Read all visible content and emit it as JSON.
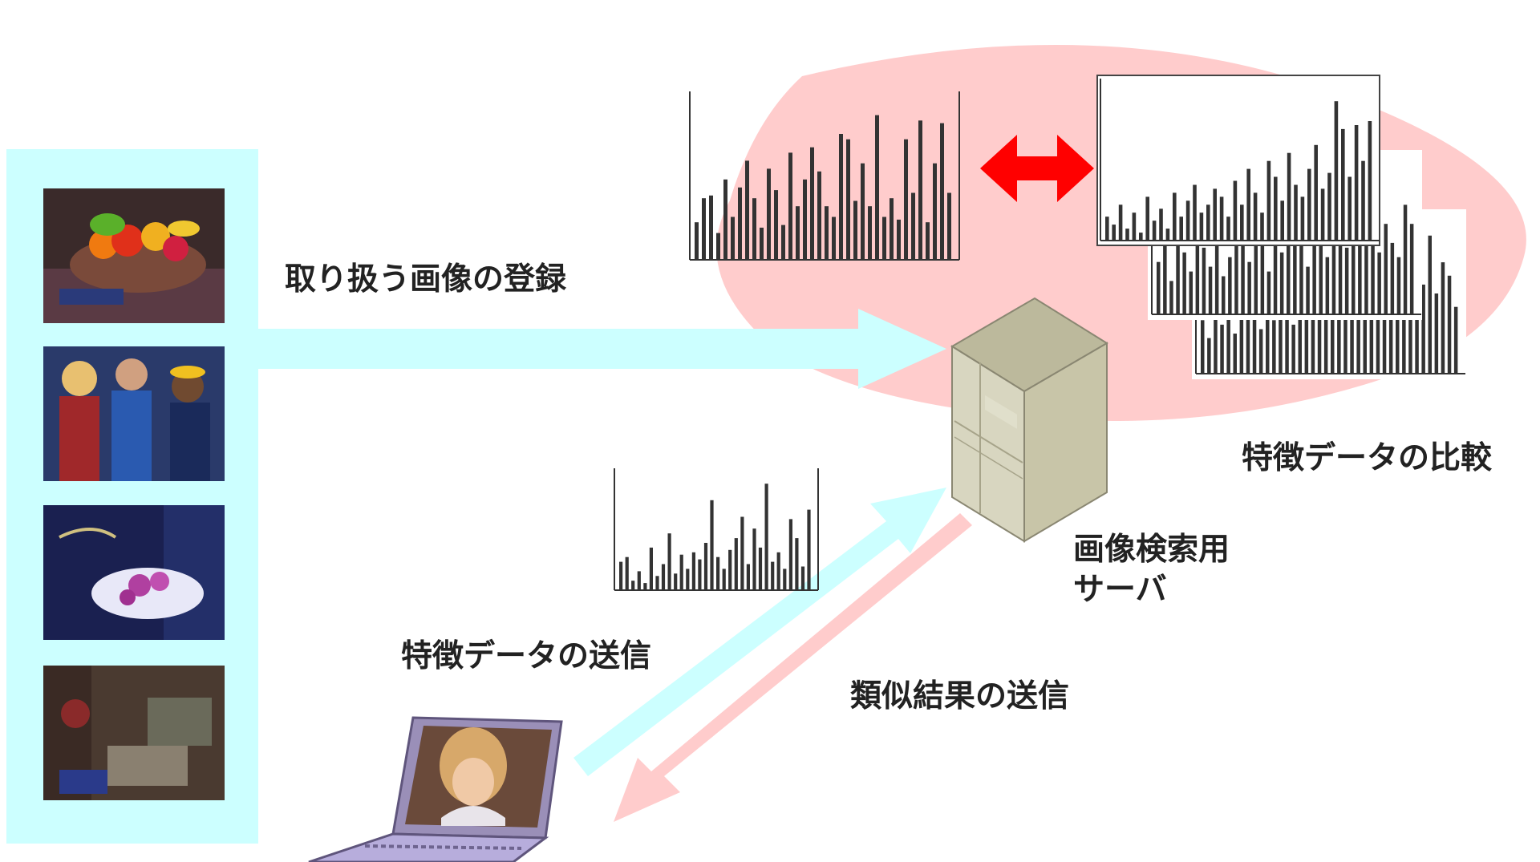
{
  "labels": {
    "register": "取り扱う画像の登録",
    "compare": "特徴データの比較",
    "server_line1": "画像検索用",
    "server_line2": "サーバ",
    "send_features": "特徴データの送信",
    "send_results": "類似結果の送信"
  },
  "colors": {
    "cyan_panel": "#ccffff",
    "cyan_arrow": "#ccffff",
    "pink_region": "#ffcccc",
    "pink_arrow": "#ffcccc",
    "red_arrow": "#ff0000",
    "server_body": "#c8c5a8",
    "text": "#222222"
  },
  "thumbnails": [
    {
      "name": "fruit-basket-photo"
    },
    {
      "name": "costumed-people-photo"
    },
    {
      "name": "orchid-bowl-photo"
    },
    {
      "name": "interior-scene-photo"
    }
  ],
  "histograms": {
    "query": [
      12,
      14,
      4,
      8,
      3,
      18,
      6,
      11,
      24,
      7,
      15,
      9,
      16,
      13,
      20,
      38,
      14,
      9,
      17,
      22,
      31,
      11,
      26,
      18,
      45,
      12,
      16,
      9,
      30,
      22,
      10,
      34
    ],
    "top": [
      6,
      4,
      9,
      3,
      7,
      2,
      11,
      5,
      8,
      3,
      12,
      6,
      10,
      14,
      7,
      9,
      13,
      11,
      6,
      15,
      9,
      18,
      12,
      7,
      20,
      16,
      10,
      22,
      14,
      11,
      18,
      24,
      13,
      17,
      35,
      28,
      16,
      29,
      20,
      30
    ],
    "left": [
      14,
      23,
      24,
      10,
      30,
      16,
      27,
      37,
      23,
      12,
      34,
      26,
      13,
      40,
      20,
      30,
      42,
      33,
      20,
      16,
      47,
      45,
      22,
      36,
      20,
      54,
      16,
      23,
      15,
      45,
      25,
      52,
      14,
      36,
      51,
      25
    ],
    "right": [
      8,
      15,
      5,
      20,
      12,
      26,
      18,
      10,
      24,
      16,
      30,
      14,
      22,
      28,
      12,
      35,
      20,
      18,
      40,
      25,
      15,
      32,
      22,
      45,
      18,
      28,
      38,
      20,
      48,
      26
    ],
    "mid": [
      22,
      30,
      14,
      34,
      26,
      18,
      40,
      28,
      20,
      36,
      16,
      24,
      44,
      30,
      22,
      34,
      42,
      18,
      38,
      26,
      50,
      30,
      40,
      20,
      46,
      32,
      24,
      52,
      36,
      28,
      40,
      58,
      30,
      44,
      26,
      38,
      30,
      24,
      46,
      38
    ],
    "back": [
      24,
      16,
      30,
      22,
      40,
      18,
      34,
      28,
      46,
      20,
      32,
      24,
      38,
      48,
      22,
      36,
      30,
      52,
      26,
      40,
      34,
      44,
      28,
      58,
      32,
      40,
      48,
      30,
      54,
      38,
      42,
      60,
      34,
      46,
      40,
      62,
      36,
      50,
      44,
      30
    ]
  }
}
